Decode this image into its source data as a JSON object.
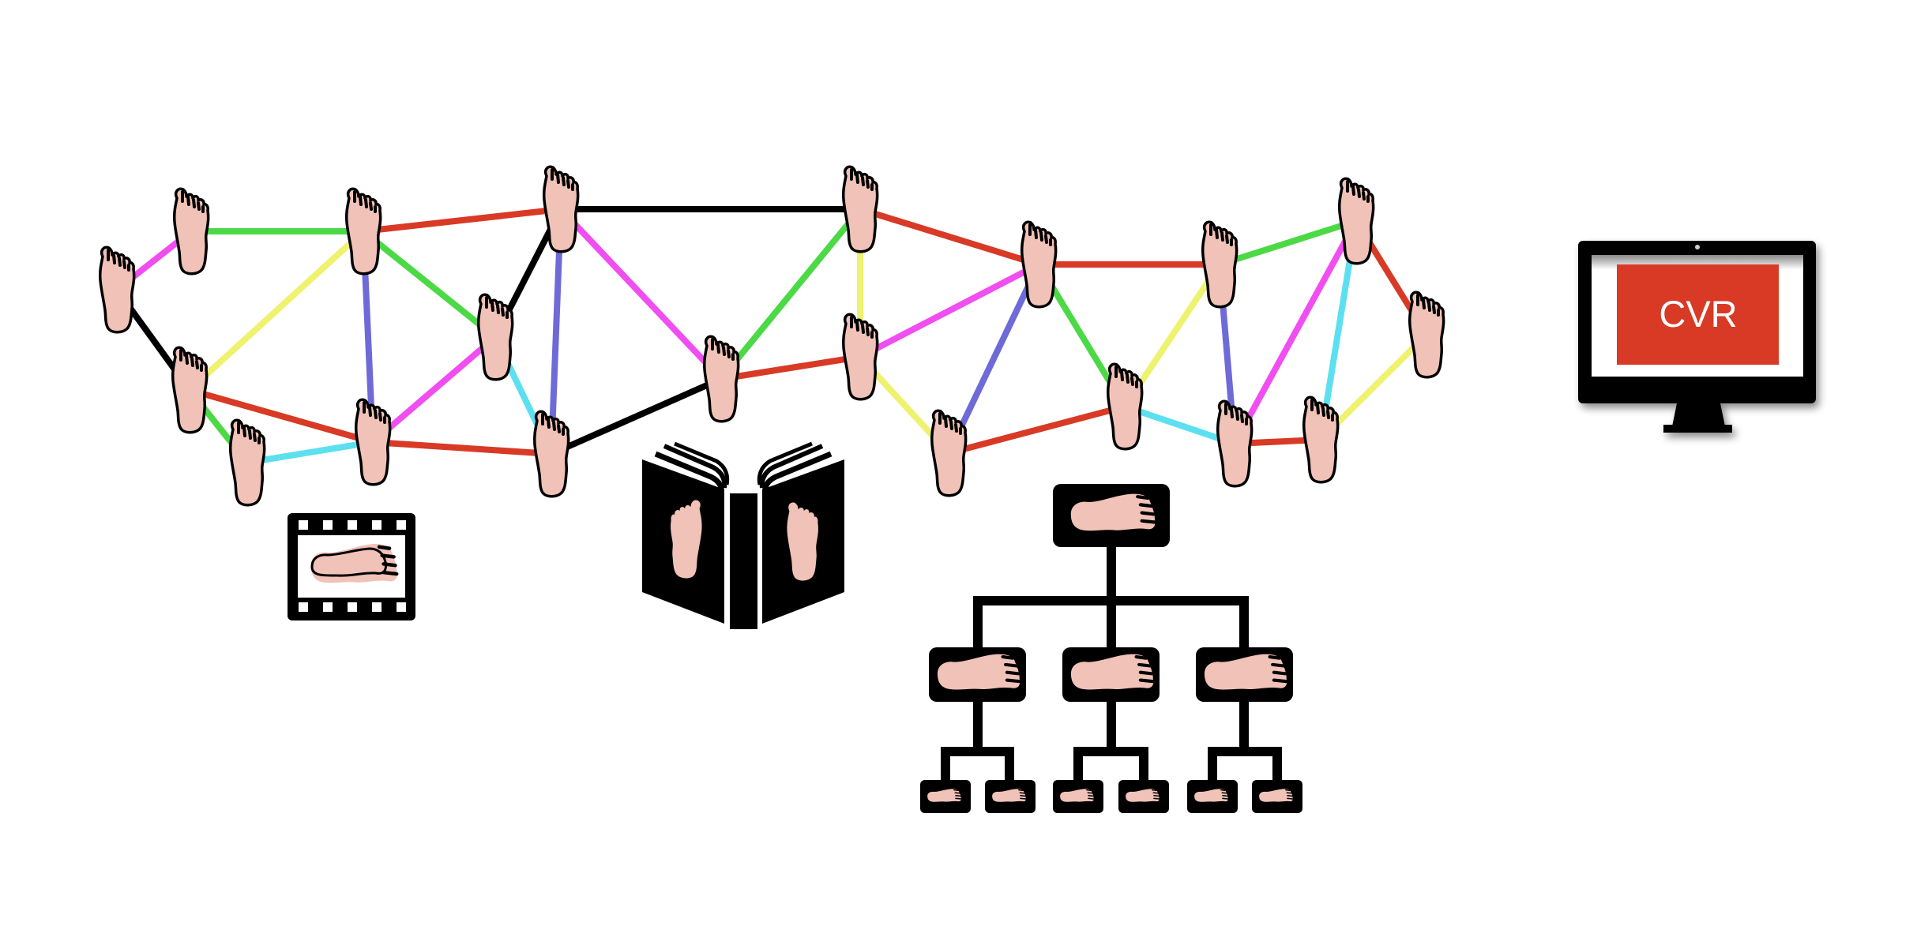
{
  "colors": {
    "background": "#ffffff",
    "foot_fill": "#f0c2b8",
    "outline": "#000000",
    "red": "#d83a26",
    "green": "#4cd946",
    "magenta": "#f04ef0",
    "yellow": "#eef26e",
    "blue": "#6e6ad8",
    "cyan": "#5ce0f0",
    "black": "#000000",
    "screen_red": "#d83a26"
  },
  "network": {
    "node_count": 20,
    "edges": [
      {
        "from": 1,
        "to": 2,
        "color": "magenta"
      },
      {
        "from": 1,
        "to": 10,
        "color": "black"
      },
      {
        "from": 2,
        "to": 3,
        "color": "green"
      },
      {
        "from": 3,
        "to": 4,
        "color": "red"
      },
      {
        "from": 3,
        "to": 10,
        "color": "yellow"
      },
      {
        "from": 3,
        "to": 12,
        "color": "blue"
      },
      {
        "from": 3,
        "to": 13,
        "color": "green"
      },
      {
        "from": 10,
        "to": 12,
        "color": "red"
      },
      {
        "from": 10,
        "to": 11,
        "color": "green"
      },
      {
        "from": 11,
        "to": 12,
        "color": "cyan"
      },
      {
        "from": 12,
        "to": 13,
        "color": "magenta"
      },
      {
        "from": 12,
        "to": 14,
        "color": "red"
      },
      {
        "from": 13,
        "to": 4,
        "color": "black"
      },
      {
        "from": 13,
        "to": 14,
        "color": "cyan"
      },
      {
        "from": 4,
        "to": 14,
        "color": "blue"
      },
      {
        "from": 4,
        "to": 5,
        "color": "black"
      },
      {
        "from": 4,
        "to": 15,
        "color": "magenta"
      },
      {
        "from": 14,
        "to": 15,
        "color": "black"
      },
      {
        "from": 15,
        "to": 5,
        "color": "green"
      },
      {
        "from": 15,
        "to": 16,
        "color": "red"
      },
      {
        "from": 5,
        "to": 16,
        "color": "yellow"
      },
      {
        "from": 5,
        "to": 6,
        "color": "red"
      },
      {
        "from": 16,
        "to": 6,
        "color": "magenta"
      },
      {
        "from": 16,
        "to": 17,
        "color": "yellow"
      },
      {
        "from": 6,
        "to": 17,
        "color": "blue"
      },
      {
        "from": 6,
        "to": 18,
        "color": "green"
      },
      {
        "from": 6,
        "to": 7,
        "color": "red"
      },
      {
        "from": 17,
        "to": 18,
        "color": "red"
      },
      {
        "from": 18,
        "to": 7,
        "color": "yellow"
      },
      {
        "from": 18,
        "to": 19,
        "color": "cyan"
      },
      {
        "from": 7,
        "to": 19,
        "color": "blue"
      },
      {
        "from": 7,
        "to": 8,
        "color": "green"
      },
      {
        "from": 8,
        "to": 19,
        "color": "magenta"
      },
      {
        "from": 8,
        "to": 20,
        "color": "cyan"
      },
      {
        "from": 8,
        "to": 9,
        "color": "red"
      },
      {
        "from": 19,
        "to": 20,
        "color": "red"
      },
      {
        "from": 20,
        "to": 9,
        "color": "yellow"
      }
    ]
  },
  "icons": {
    "film": "film-strip-icon",
    "book": "open-book-icon",
    "hierarchy": "org-chart-icon",
    "monitor": "monitor-icon",
    "foot": "foot-icon"
  },
  "hierarchy": {
    "levels": [
      1,
      3,
      6
    ]
  },
  "monitor": {
    "screen_label": "CVR"
  }
}
